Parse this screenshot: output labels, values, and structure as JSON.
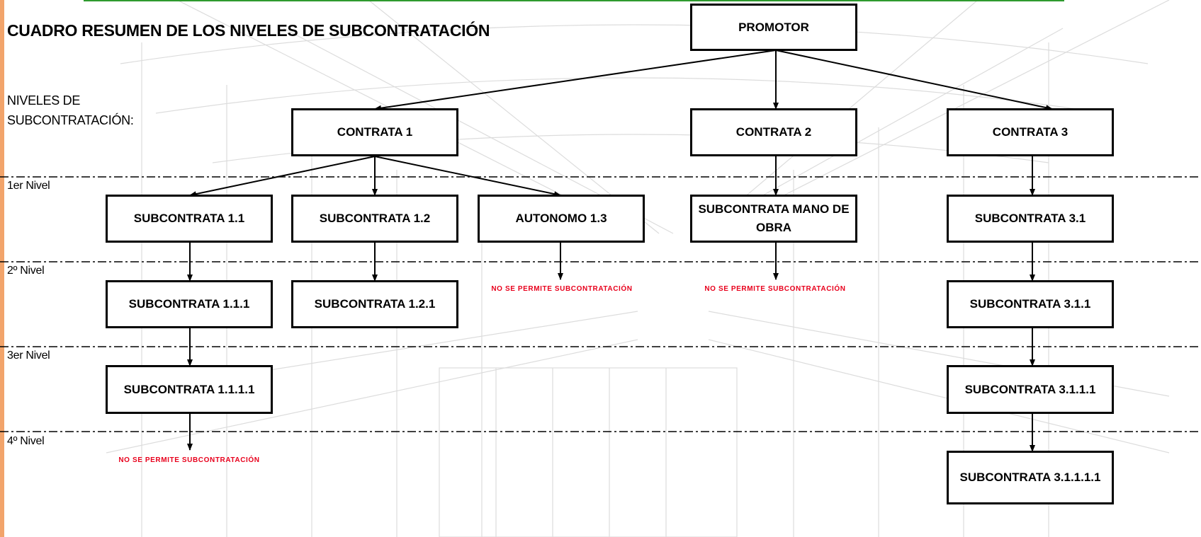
{
  "title": "CUADRO RESUMEN DE LOS NIVELES DE SUBCONTRATACIÓN",
  "levels_caption": "NIVELES DE SUBCONTRATACIÓN:",
  "level_labels": [
    "1er Nivel",
    "2º Nivel",
    "3er Nivel",
    "4º Nivel"
  ],
  "nodes": {
    "promotor": "PROMOTOR",
    "contrata1": "CONTRATA 1",
    "contrata2": "CONTRATA 2",
    "contrata3": "CONTRATA 3",
    "sub1_1": "SUBCONTRATA 1.1",
    "sub1_2": "SUBCONTRATA 1.2",
    "autonomo1_3": "AUTONOMO 1.3",
    "sub_mano_obra": "SUBCONTRATA MANO DE OBRA",
    "sub3_1": "SUBCONTRATA 3.1",
    "sub1_1_1": "SUBCONTRATA 1.1.1",
    "sub1_2_1": "SUBCONTRATA 1.2.1",
    "sub3_1_1": "SUBCONTRATA 3.1.1",
    "sub1_1_1_1": "SUBCONTRATA 1.1.1.1",
    "sub3_1_1_1": "SUBCONTRATA 3.1.1.1",
    "sub3_1_1_1_1": "SUBCONTRATA 3.1.1.1.1"
  },
  "notice_text": "NO SE PERMITE SUBCONTRATACIÓN",
  "colors": {
    "notice": "#e8001c",
    "accent_left_bar": "#f2a46b",
    "top_rule": "#2e9a2e"
  }
}
